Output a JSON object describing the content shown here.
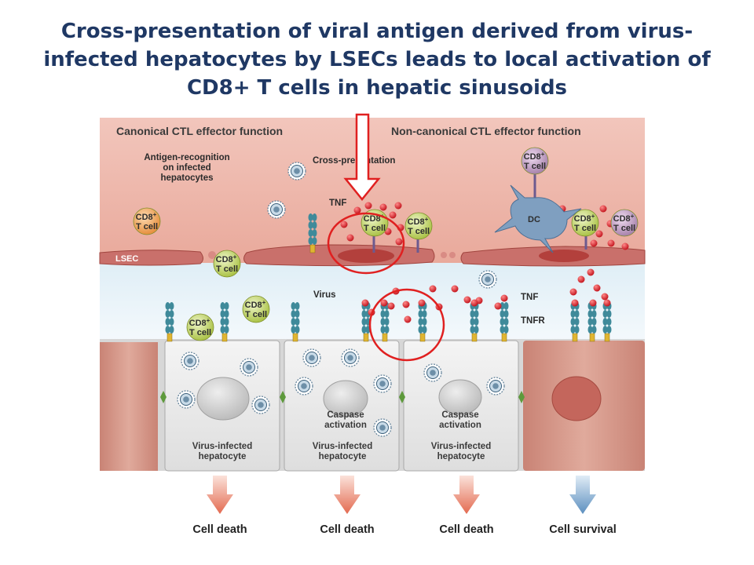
{
  "title": "Cross-presentation of viral antigen derived from virus-infected hepatocytes by LSECs leads to local activation of CD8+ T cells in hepatic sinusoids",
  "panels": {
    "left_header": "Canonical CTL effector function",
    "right_header": "Non-canonical CTL effector function"
  },
  "labels": {
    "antigen_recognition": [
      "Antigen-recognition",
      "on infected",
      "hepatocytes"
    ],
    "cross_presentation": "Cross-presentation",
    "tnf_top": "TNF",
    "lsec": "LSEC",
    "virus": "Virus",
    "tnf_right": "TNF",
    "tnfr": "TNFR",
    "dc": "DC",
    "caspase": [
      "Caspase",
      "activation"
    ],
    "infected_hepatocyte": [
      "Virus-infected",
      "hepatocyte"
    ]
  },
  "t_cell_label": [
    "CD8",
    "+",
    "T cell"
  ],
  "outcomes": [
    {
      "label": "Cell death",
      "color": "#e8826a"
    },
    {
      "label": "Cell death",
      "color": "#e8826a"
    },
    {
      "label": "Cell death",
      "color": "#e8826a"
    },
    {
      "label": "Cell survival",
      "color": "#6b9cc6"
    }
  ],
  "colors": {
    "highlight": "#e02020",
    "title": "#1f3864",
    "tnf": "#d8333f",
    "tcell": "#c5d96a",
    "tcell_orange": "#f0a35a",
    "tcell_purple": "#b894be"
  }
}
